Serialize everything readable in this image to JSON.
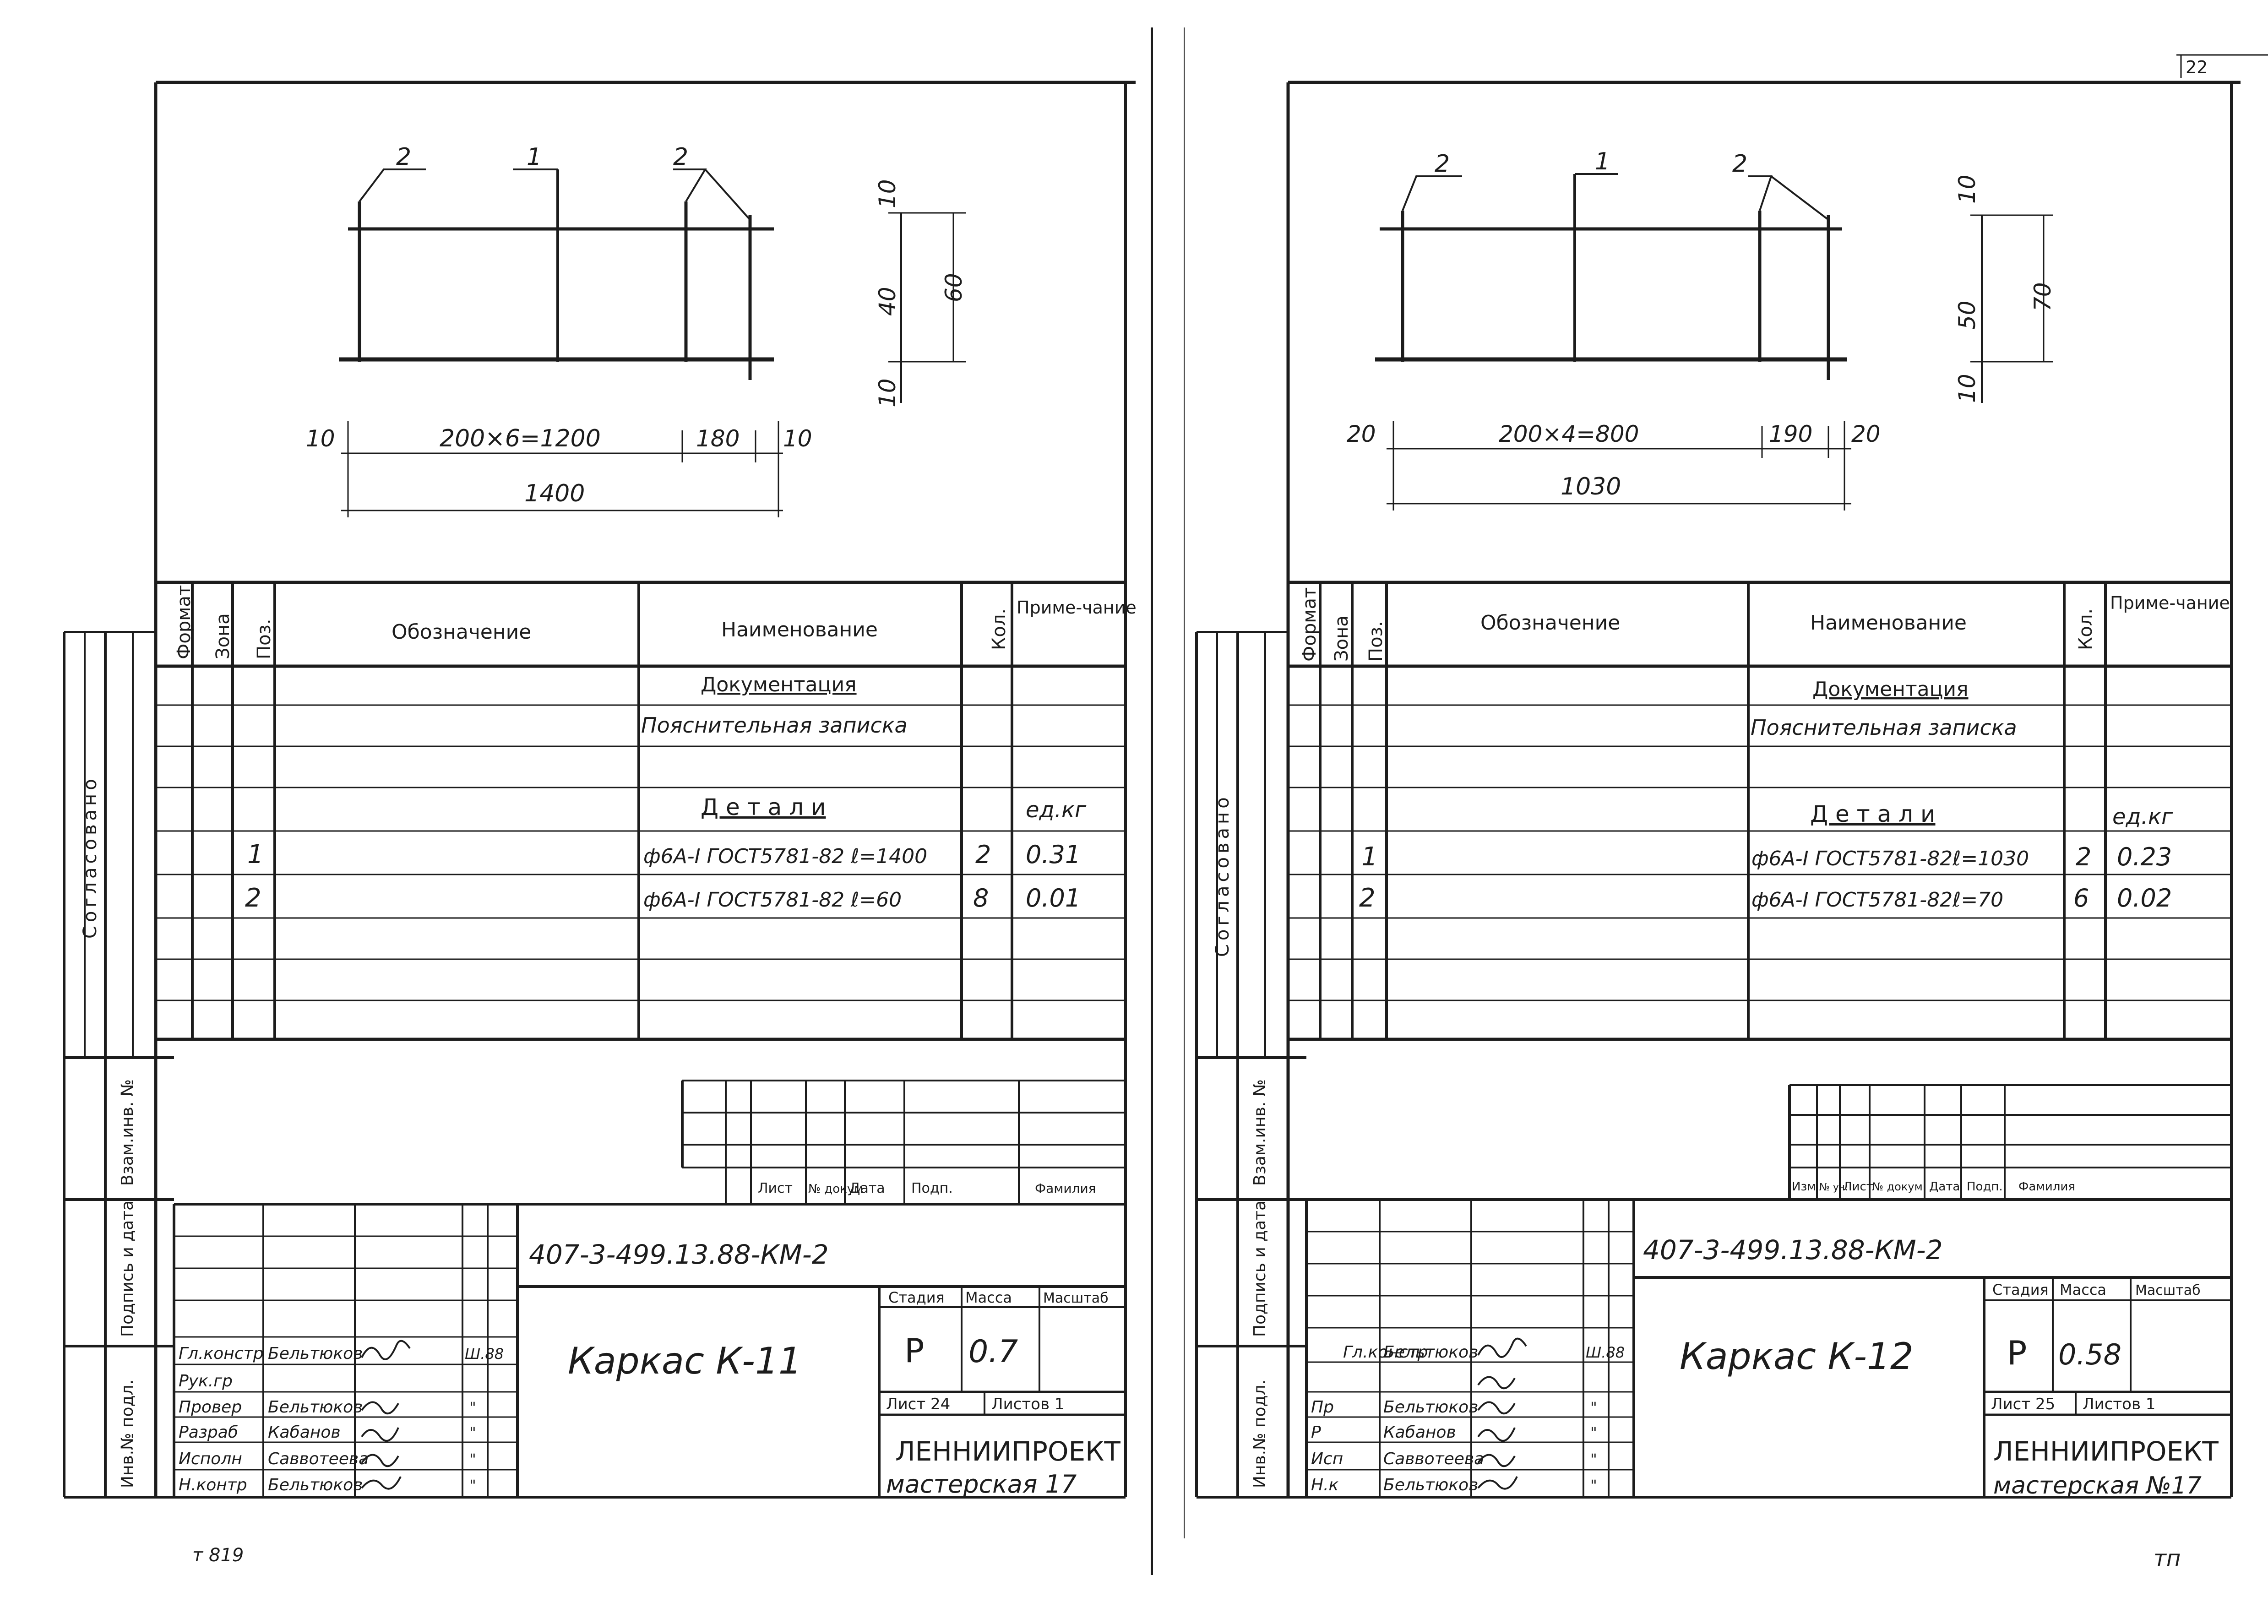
{
  "corner_number": "22",
  "bottom_right_mark": "тп",
  "left_bottom_mark": "т 819",
  "sheets": [
    {
      "id": "left",
      "drawing": {
        "labels": [
          "2",
          "1",
          "2"
        ],
        "vdims": [
          "10",
          "40",
          "60",
          "10"
        ],
        "hdims": [
          "10",
          "200×6=1200",
          "180",
          "10"
        ],
        "total": "1400"
      },
      "spec": {
        "headers": [
          "Формат",
          "Зона",
          "Поз.",
          "Обозначение",
          "Наименование",
          "Кол.",
          "Приме-чание"
        ],
        "section_doc": "Документация",
        "doc_item": "Пояснительная записка",
        "section_parts": "Д е т а л и",
        "unit": "ед.кг",
        "rows": [
          {
            "pos": "1",
            "name": "ф6А-I ГОСТ5781-82 ℓ=1400",
            "qty": "2",
            "note": "0.31"
          },
          {
            "pos": "2",
            "name": "ф6А-I ГОСТ5781-82 ℓ=60",
            "qty": "8",
            "note": "0.01"
          }
        ]
      },
      "side": {
        "top": "Согласовано",
        "inv": "Взам.инв. №",
        "sign": "Подпись и дата",
        "orig": "Инв.№ подл."
      },
      "rev_headers": [
        "",
        "Лист",
        "№ докум",
        "Дата",
        "Подп.",
        "Фамилия"
      ],
      "title_block": {
        "code": "407-3-499.13.88-КМ-2",
        "name": "Каркас К-11",
        "stage_h": "Стадия",
        "mass_h": "Масса",
        "scale_h": "Масштаб",
        "stage": "Р",
        "mass": "0.7",
        "sheet": "Лист 24",
        "sheets": "Листов 1",
        "org": "ЛЕННИИПРОЕКТ",
        "workshop": "мастерская 17",
        "staff": [
          {
            "role": "Гл.констр",
            "name": "Бельтюков",
            "date": "Ш.88"
          },
          {
            "role": "Рук.гр",
            "name": "",
            "date": ""
          },
          {
            "role": "Провер",
            "name": "Бельтюков",
            "date": "\""
          },
          {
            "role": "Разраб",
            "name": "Кабанов",
            "date": "\""
          },
          {
            "role": "Исполн",
            "name": "Саввотеева",
            "date": "\""
          },
          {
            "role": "Н.контр",
            "name": "Бельтюков",
            "date": "\""
          }
        ]
      }
    },
    {
      "id": "right",
      "drawing": {
        "labels": [
          "2",
          "1",
          "2"
        ],
        "vdims": [
          "10",
          "50",
          "70",
          "10"
        ],
        "hdims": [
          "20",
          "200×4=800",
          "190",
          "20"
        ],
        "total": "1030"
      },
      "spec": {
        "headers": [
          "Формат",
          "Зона",
          "Поз.",
          "Обозначение",
          "Наименование",
          "Кол.",
          "Приме-чание"
        ],
        "section_doc": "Документация",
        "doc_item": "Пояснительная записка",
        "section_parts": "Д е т а л и",
        "unit": "ед.кг",
        "rows": [
          {
            "pos": "1",
            "name": "ф6А-I ГОСТ5781-82ℓ=1030",
            "qty": "2",
            "note": "0.23"
          },
          {
            "pos": "2",
            "name": "ф6А-I ГОСТ5781-82ℓ=70",
            "qty": "6",
            "note": "0.02"
          }
        ]
      },
      "side": {
        "top": "Согласовано",
        "inv": "Взам.инв. №",
        "sign": "Подпись и дата",
        "orig": "Инв.№ подл."
      },
      "rev_headers": [
        "Изм",
        "№ уч.",
        "Лист",
        "№ докум",
        "Дата",
        "Подп.",
        "Фамилия"
      ],
      "title_block": {
        "code": "407-3-499.13.88-КМ-2",
        "name": "Каркас К-12",
        "stage_h": "Стадия",
        "mass_h": "Масса",
        "scale_h": "Масштаб",
        "stage": "Р",
        "mass": "0.58",
        "sheet": "Лист 25",
        "sheets": "Листов 1",
        "org": "ЛЕННИИПРОЕКТ",
        "workshop": "мастерская №17",
        "staff": [
          {
            "role": "Гл.констр",
            "name": "Бельтюков",
            "date": "Ш.88"
          },
          {
            "role": "",
            "name": "",
            "date": ""
          },
          {
            "role": "Пр",
            "name": "Бельтюков",
            "date": "\""
          },
          {
            "role": "Р",
            "name": "Кабанов",
            "date": "\""
          },
          {
            "role": "Исп",
            "name": "Саввотеева",
            "date": "\""
          },
          {
            "role": "Н.к",
            "name": "Бельтюков",
            "date": "\""
          }
        ]
      }
    }
  ]
}
